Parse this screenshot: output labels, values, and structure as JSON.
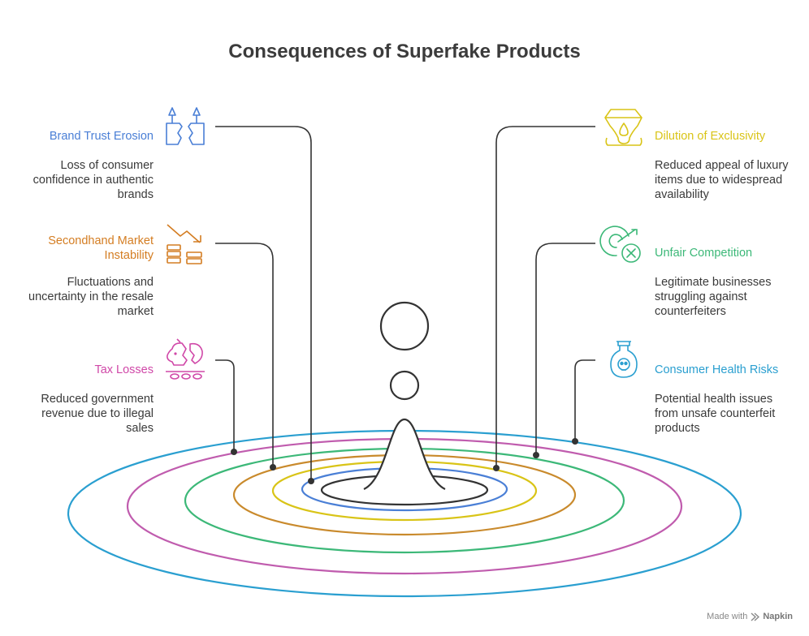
{
  "title": "Consequences of Superfake Products",
  "items": {
    "brand_trust": {
      "label": "Brand Trust Erosion",
      "desc": "Loss of consumer confidence in authentic brands",
      "color": "#4a7fd6"
    },
    "secondhand": {
      "label": "Secondhand Market Instability",
      "desc": "Fluctuations and uncertainty in the resale market",
      "color": "#d47d22"
    },
    "tax": {
      "label": "Tax Losses",
      "desc": "Reduced government revenue due to illegal sales",
      "color": "#d048a8"
    },
    "exclusivity": {
      "label": "Dilution of Exclusivity",
      "desc": "Reduced appeal of luxury items due to widespread availability",
      "color": "#d9c417"
    },
    "competition": {
      "label": "Unfair Competition",
      "desc": "Legitimate businesses struggling against counterfeiters",
      "color": "#3cb878"
    },
    "health": {
      "label": "Consumer Health Risks",
      "desc": "Potential health issues from unsafe counterfeit products",
      "color": "#2a9fd0"
    }
  },
  "icons": {
    "brand_trust": "broken-trees-icon",
    "secondhand": "falling-coins-icon",
    "tax": "broken-piggy-bank-icon",
    "exclusivity": "diamond-drop-icon",
    "competition": "target-cross-icon",
    "health": "poison-flask-icon"
  },
  "footer": {
    "made_with": "Made with",
    "brand": "Napkin"
  }
}
